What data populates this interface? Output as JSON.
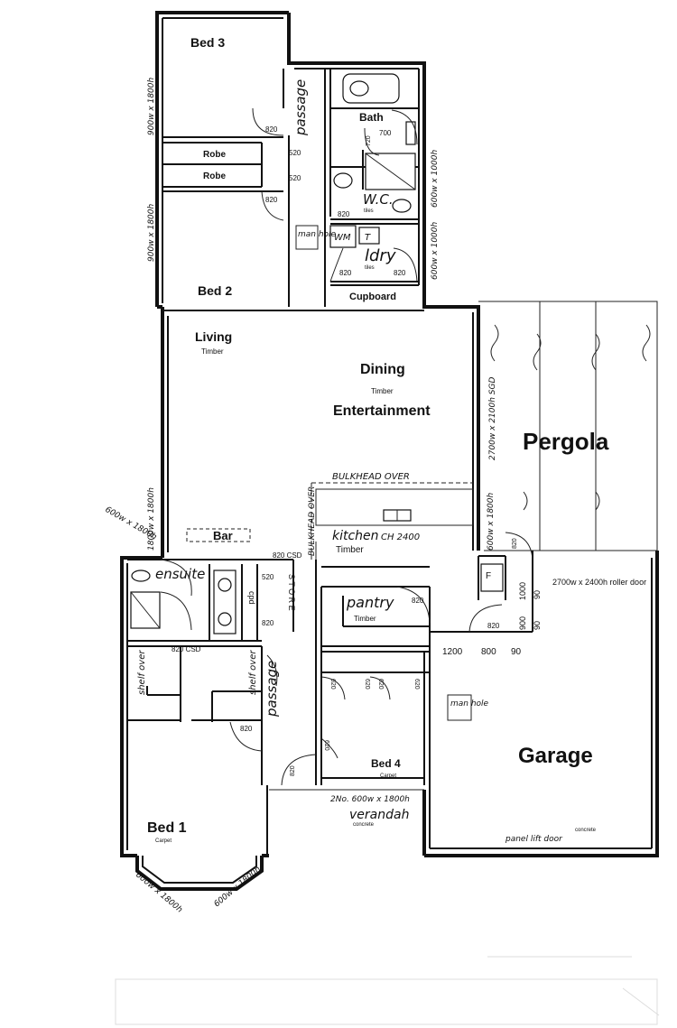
{
  "rooms": {
    "bed3": "Bed 3",
    "bed2": "Bed 2",
    "bed1": "Bed 1",
    "bed4": "Bed 4",
    "living": "Living",
    "dining": "Dining",
    "entertainment": "Entertainment",
    "pergola": "Pergola",
    "garage": "Garage",
    "bath": "Bath",
    "wc": "W.C.",
    "ldry": "ldry",
    "cupboard": "Cupboard",
    "robe1": "Robe",
    "robe2": "Robe",
    "kitchen": "kitchen",
    "pantry": "pantry",
    "ensuite": "ensuite",
    "bar": "Bar",
    "verandah": "verandah",
    "passage_top": "passage",
    "passage_mid": "passage",
    "store": "S T O R E",
    "cpd": "cpd",
    "shelf1": "shelf over",
    "shelf2": "shelf over",
    "manhole1": "man hole",
    "manhole2": "man hole"
  },
  "floors": {
    "timber": "Timber",
    "carpet": "Carpet",
    "tiles": "tiles",
    "concrete": "concrete"
  },
  "notes": {
    "bulkhead_over": "BULKHEAD OVER",
    "ch2400": "CH 2400",
    "csd820": "820 CSD",
    "roller_door": "2700w x 2400h roller door",
    "panel_lift": "panel lift door",
    "sgd": "2700w x 2100h SGD",
    "win_900_1800": "900w x 1800h",
    "win_600_1000": "600w x 1000h",
    "win_1800_1800": "1800w x 1800h",
    "win_600_1800": "600w x 1800h",
    "win_2no": "2No. 600w x 1800h",
    "wm": "WM",
    "t": "T",
    "f": "F"
  },
  "dims": {
    "d820": "820",
    "d520": "520",
    "d720": "720",
    "d700": "700",
    "d620": "620",
    "d1000": "1000",
    "d900": "900",
    "d90": "90",
    "d1200": "1200",
    "d800": "800"
  }
}
